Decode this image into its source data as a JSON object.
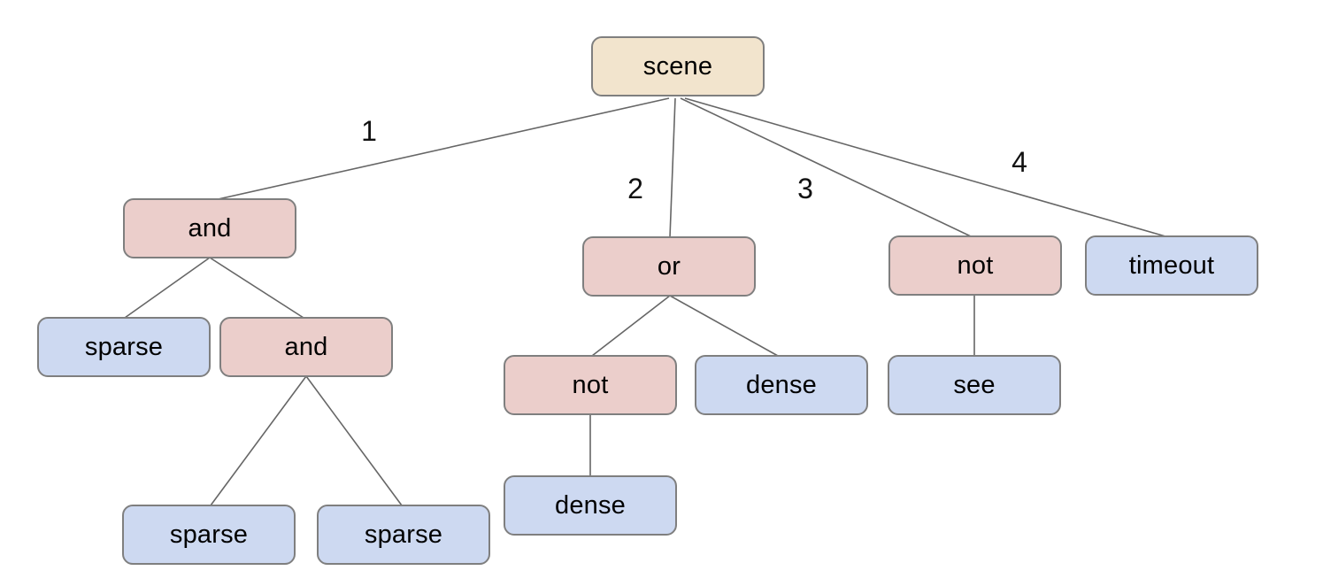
{
  "diagram": {
    "type": "tree",
    "background": "#ffffff",
    "border_color": "#7f7f7f",
    "edge_color": "#666666",
    "node_colors": {
      "root": "#f2e4cd",
      "operator": "#ebcecb",
      "leaf": "#cdd9f1"
    },
    "nodes": [
      {
        "id": "scene",
        "label": "scene",
        "kind": "root"
      },
      {
        "id": "and-1",
        "label": "and",
        "kind": "operator"
      },
      {
        "id": "or-1",
        "label": "or",
        "kind": "operator"
      },
      {
        "id": "not-1",
        "label": "not",
        "kind": "operator"
      },
      {
        "id": "timeout-1",
        "label": "timeout",
        "kind": "leaf"
      },
      {
        "id": "sparse-1",
        "label": "sparse",
        "kind": "leaf"
      },
      {
        "id": "and-2",
        "label": "and",
        "kind": "operator"
      },
      {
        "id": "not-2",
        "label": "not",
        "kind": "operator"
      },
      {
        "id": "dense-1",
        "label": "dense",
        "kind": "leaf"
      },
      {
        "id": "see-1",
        "label": "see",
        "kind": "leaf"
      },
      {
        "id": "dense-2",
        "label": "dense",
        "kind": "leaf"
      },
      {
        "id": "sparse-2",
        "label": "sparse",
        "kind": "leaf"
      },
      {
        "id": "sparse-3",
        "label": "sparse",
        "kind": "leaf"
      }
    ],
    "edges": [
      {
        "from": "scene",
        "to": "and-1",
        "label": "1"
      },
      {
        "from": "scene",
        "to": "or-1",
        "label": "2"
      },
      {
        "from": "scene",
        "to": "not-1",
        "label": "3"
      },
      {
        "from": "scene",
        "to": "timeout-1",
        "label": "4"
      },
      {
        "from": "and-1",
        "to": "sparse-1",
        "label": ""
      },
      {
        "from": "and-1",
        "to": "and-2",
        "label": ""
      },
      {
        "from": "and-2",
        "to": "sparse-2",
        "label": ""
      },
      {
        "from": "and-2",
        "to": "sparse-3",
        "label": ""
      },
      {
        "from": "or-1",
        "to": "not-2",
        "label": ""
      },
      {
        "from": "or-1",
        "to": "dense-1",
        "label": ""
      },
      {
        "from": "not-2",
        "to": "dense-2",
        "label": ""
      },
      {
        "from": "not-1",
        "to": "see-1",
        "label": ""
      }
    ]
  }
}
